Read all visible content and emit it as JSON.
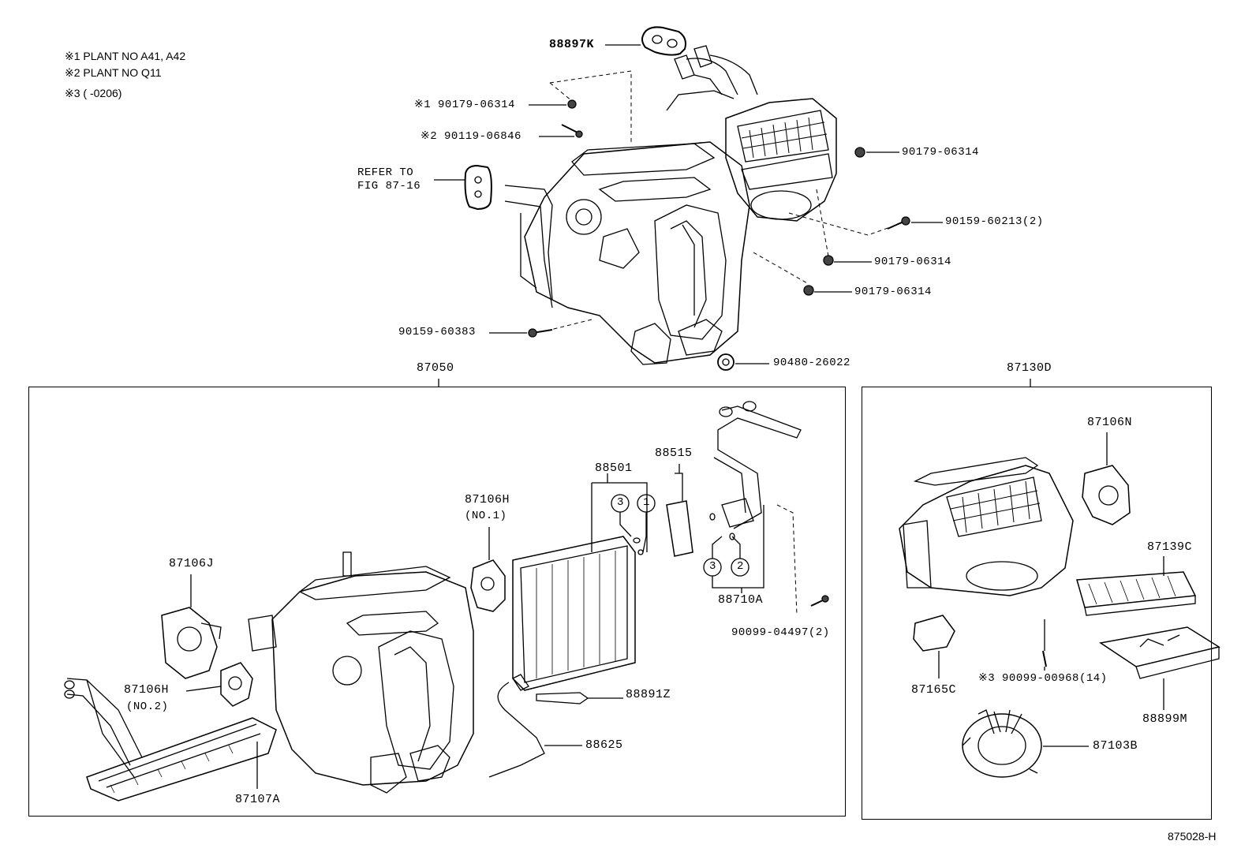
{
  "notes": [
    "※1 PLANT NO A41, A42",
    "※2 PLANT NO Q11",
    "※3 (        -0206)"
  ],
  "colors": {
    "ink": "#000000",
    "background": "#ffffff"
  },
  "top_assembly": {
    "callouts": {
      "p88897K": "88897K",
      "p90179_06314_n1": "※1 90179-06314",
      "p90119_06846_n2": "※2 90119-06846",
      "refer_line1": "REFER TO",
      "refer_line2": "FIG 87-16",
      "p90179_06314_a": "90179-06314",
      "p90159_60213": "90159-60213(2)",
      "p90179_06314_b": "90179-06314",
      "p90179_06314_c": "90179-06314",
      "p90159_60383": "90159-60383",
      "p90480_26022": "90480-26022"
    }
  },
  "group_87050": {
    "title": "87050",
    "callouts": {
      "p87106J": "87106J",
      "p87106H_no1": "87106H",
      "no1": "(NO.1)",
      "p87106H_no2": "87106H",
      "no2": "(NO.2)",
      "p87107A": "87107A",
      "p88501": "88501",
      "p88515": "88515",
      "p88710A": "88710A",
      "p90099_04497": "90099-04497(2)",
      "p88891Z": "88891Z",
      "p88625": "88625",
      "circle1": "1",
      "circle2": "2",
      "circle3a": "3",
      "circle3b": "3"
    }
  },
  "group_87130D": {
    "title": "87130D",
    "callouts": {
      "p87106N": "87106N",
      "p87139C": "87139C",
      "p87165C": "87165C",
      "p90099_00968": "※3 90099-00968(14)",
      "p88899M": "88899M",
      "p87103B": "87103B"
    }
  },
  "figure_code": "875028-H"
}
